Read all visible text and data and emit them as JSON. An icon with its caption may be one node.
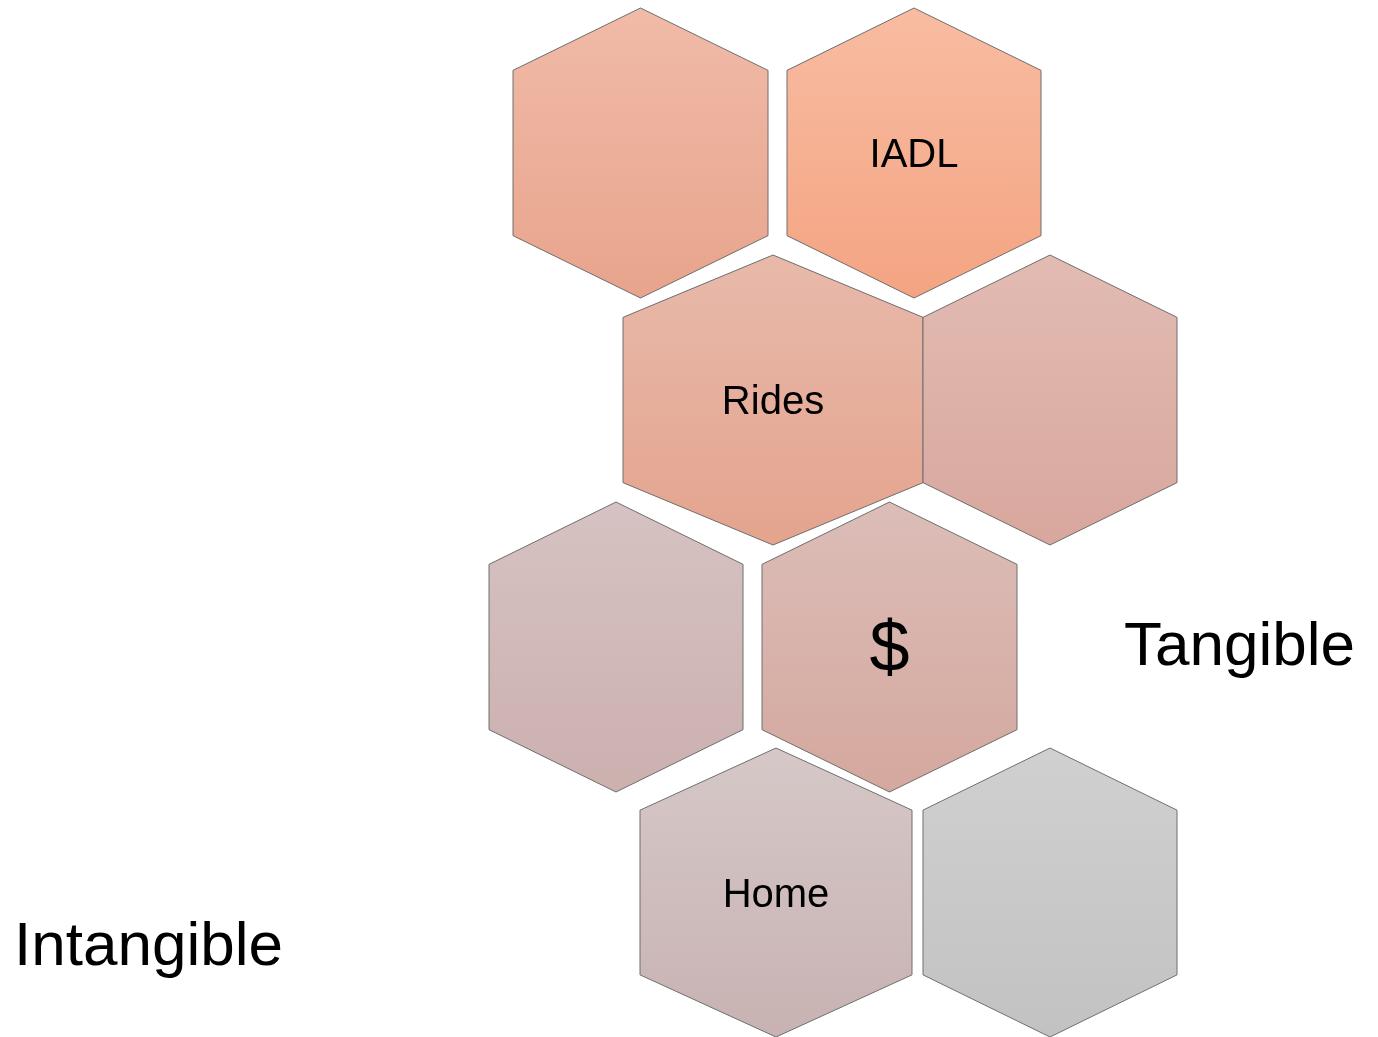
{
  "diagram": {
    "nodes": [
      {
        "text": [],
        "shape": "hexagon"
      },
      {
        "text": [
          "IADL"
        ]
      },
      {
        "text": [
          "Rides"
        ]
      },
      {
        "text": [],
        "shape": "hexagon"
      },
      {
        "text": [],
        "shape": "hexagon"
      },
      {
        "text": [
          "$"
        ]
      },
      {
        "text": [
          "Home"
        ]
      },
      {
        "text": [],
        "shape": "hexagon"
      }
    ],
    "edges": [],
    "labels": [
      "Tangible",
      "Intangible"
    ]
  }
}
